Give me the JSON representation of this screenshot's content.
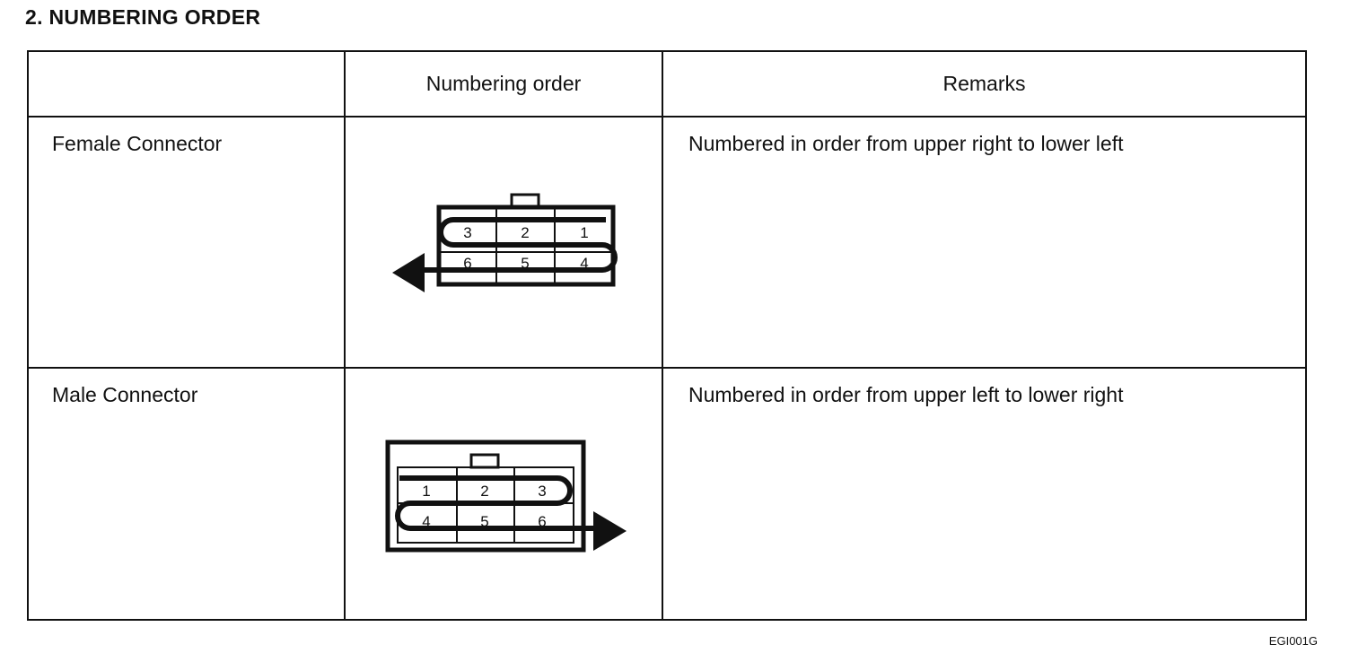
{
  "section": {
    "title": "2. NUMBERING ORDER"
  },
  "table": {
    "headers": [
      "",
      "Numbering order",
      "Remarks"
    ],
    "rows": [
      {
        "label": "Female Connector",
        "pins_top": [
          "3",
          "2",
          "1"
        ],
        "pins_bottom": [
          "6",
          "5",
          "4"
        ],
        "remark": "Numbered in order from upper right to lower left"
      },
      {
        "label": "Male Connector",
        "pins_top": [
          "1",
          "2",
          "3"
        ],
        "pins_bottom": [
          "4",
          "5",
          "6"
        ],
        "remark": "Numbered in order from upper left to lower right"
      }
    ]
  },
  "figure_code": "EGI001G"
}
